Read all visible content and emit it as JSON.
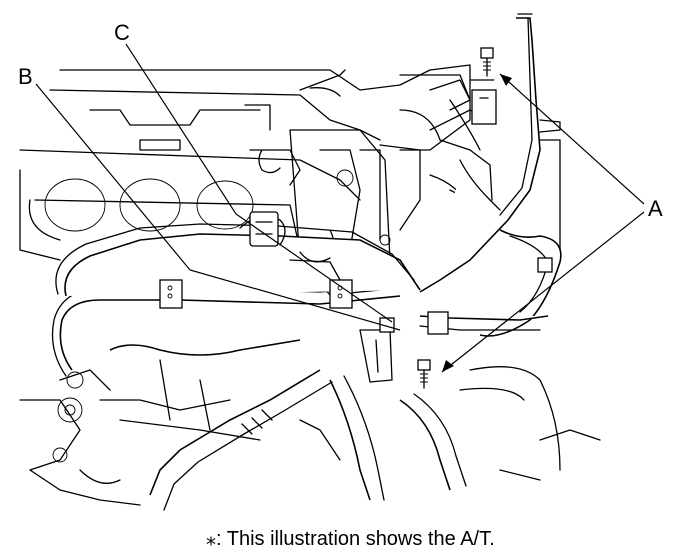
{
  "callouts": {
    "a": "A",
    "b": "B",
    "c": "C"
  },
  "footnote": "⁎: This illustration shows the A/T."
}
